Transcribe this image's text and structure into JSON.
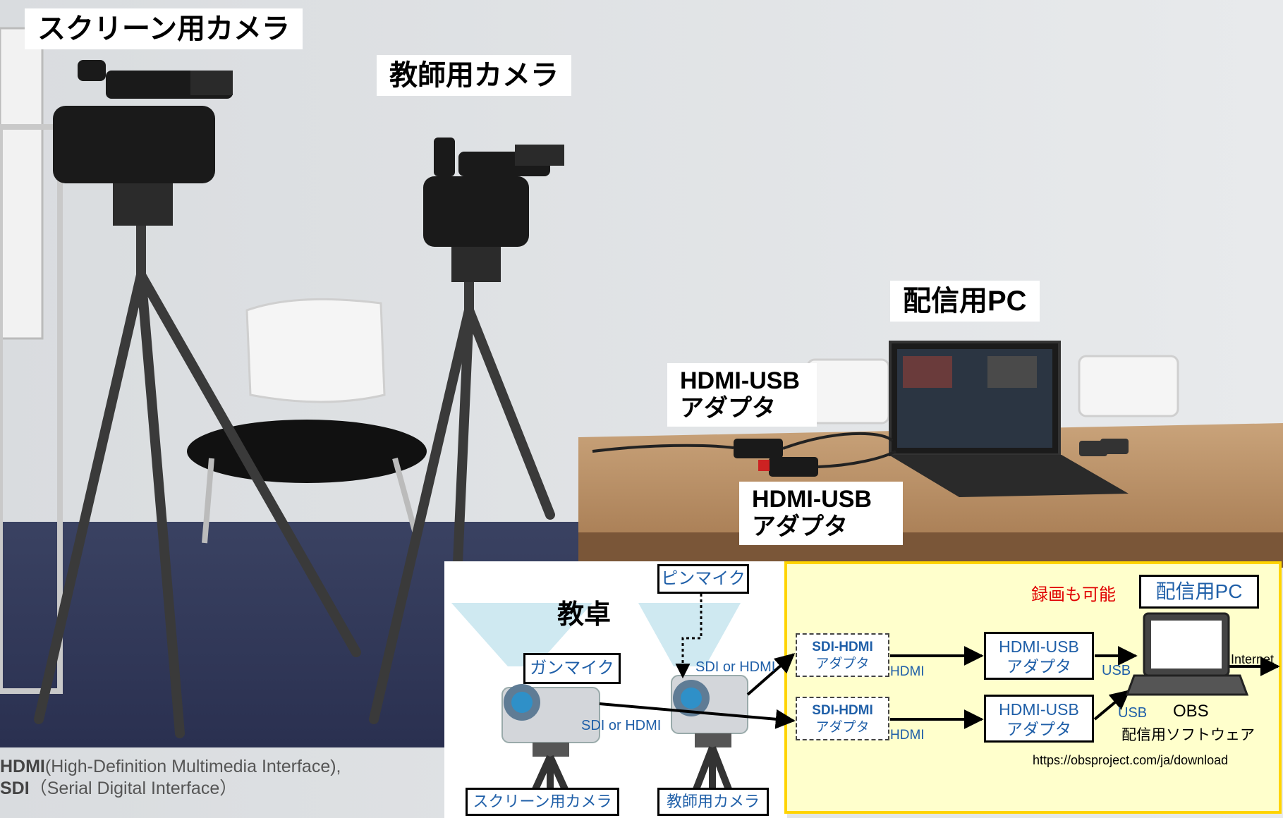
{
  "photo": {
    "labels": {
      "screen_camera": "スクリーン用カメラ",
      "teacher_camera": "教師用カメラ",
      "broadcast_pc": "配信用PC",
      "adapter_1": "HDMI-USB アダプタ",
      "adapter_2": "HDMI-USB アダプタ"
    }
  },
  "footnote": {
    "hdmi_abbr": "HDMI",
    "hdmi_full": "(High-Definition Multimedia Interface),",
    "sdi_abbr": "SDI",
    "sdi_full": "（Serial Digital Interface）"
  },
  "diagram": {
    "podium": "教卓",
    "pin_mic": "ピンマイク",
    "gun_mic": "ガンマイク",
    "sdi_or_hdmi_1": "SDI or HDMI",
    "sdi_or_hdmi_2": "SDI or HDMI",
    "screen_camera": "スクリーン用カメラ",
    "teacher_camera": "教師用カメラ",
    "sdi_hdmi_adapter_top_1": "SDI-HDMI",
    "sdi_hdmi_adapter_top_2": "アダプタ",
    "sdi_hdmi_adapter_bottom_1": "SDI-HDMI",
    "sdi_hdmi_adapter_bottom_2": "アダプタ",
    "hdmi_top": "HDMI",
    "hdmi_bottom": "HDMI",
    "hdmi_usb_top_1": "HDMI-USB",
    "hdmi_usb_top_2": "アダプタ",
    "hdmi_usb_bottom_1": "HDMI-USB",
    "hdmi_usb_bottom_2": "アダプタ",
    "usb_top": "USB",
    "usb_bottom": "USB",
    "recording": "録画も可能",
    "pc_title": "配信用PC",
    "internet": "Internet",
    "obs": "OBS",
    "obs_desc": "配信用ソフトウェア",
    "url": "https://obsproject.com/ja/download"
  },
  "colors": {
    "panel_fill": "#ffffcc",
    "panel_border": "#ffd400",
    "blue_text": "#1f5fa8",
    "red_text": "#e00000"
  }
}
